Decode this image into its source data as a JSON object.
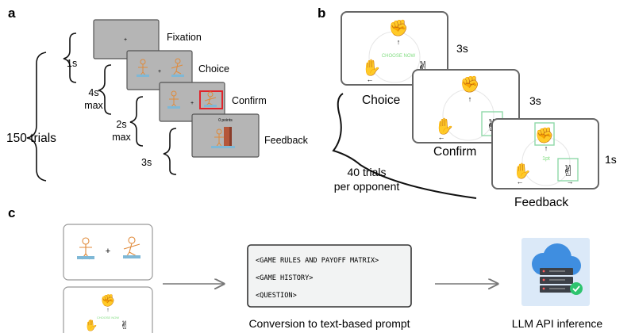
{
  "panel_a": {
    "letter": "a",
    "screens": [
      {
        "label": "Fixation",
        "duration": "1s"
      },
      {
        "label": "Choice",
        "duration": "4s\nmax"
      },
      {
        "label": "Confirm",
        "duration": "2s\nmax"
      },
      {
        "label": "Feedback",
        "duration": "3s",
        "screen_text": "0 points"
      }
    ],
    "trials": "150 trials"
  },
  "panel_b": {
    "letter": "b",
    "screens": [
      {
        "label": "Choice",
        "duration": "3s",
        "screen_text": "CHOOSE NOW"
      },
      {
        "label": "Confirm",
        "duration": "3s"
      },
      {
        "label": "Feedback",
        "duration": "1s",
        "screen_text": "1pt"
      }
    ],
    "trials": "40 trials\nper opponent"
  },
  "panel_c": {
    "letter": "c",
    "prompt_lines": [
      "<GAME RULES AND PAYOFF MATRIX>",
      "<GAME HISTORY>",
      "<QUESTION>"
    ],
    "prompt_caption": "Conversion to text-based prompt",
    "llm_caption": "LLM API inference",
    "plus": "+",
    "mini_text": "CHOOSE NOW"
  },
  "colors": {
    "screen_gray": "#b5b5b5",
    "screen_border": "#555555",
    "confirm_highlight": "#e0242b",
    "green_text": "#7fdc7f",
    "cloud_blue": "#3f8ee0",
    "server_dark": "#3c4047",
    "check_green": "#2ec46f",
    "prompt_bg": "#f2f3f3"
  }
}
